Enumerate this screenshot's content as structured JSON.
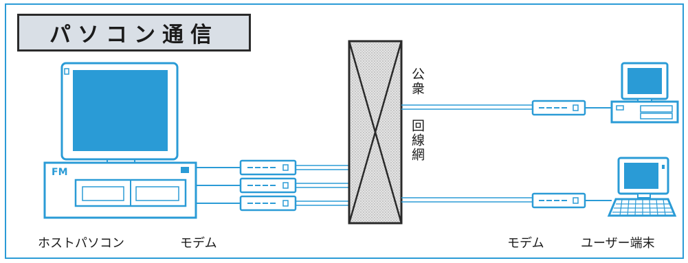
{
  "title": "パソコン通信",
  "network": {
    "label_top": "公衆",
    "label_bottom": "回線網"
  },
  "labels": {
    "host": "ホストパソコン",
    "modem_left": "モデム",
    "modem_right": "モデム",
    "user_terminal": "ユーザー端末"
  },
  "colors": {
    "accent": "#2a9bd6",
    "fill_light": "#e8f5fb",
    "network_fill": "#d8d8d8",
    "title_bg": "#d9dfe6",
    "ink": "#1b1b1b"
  }
}
